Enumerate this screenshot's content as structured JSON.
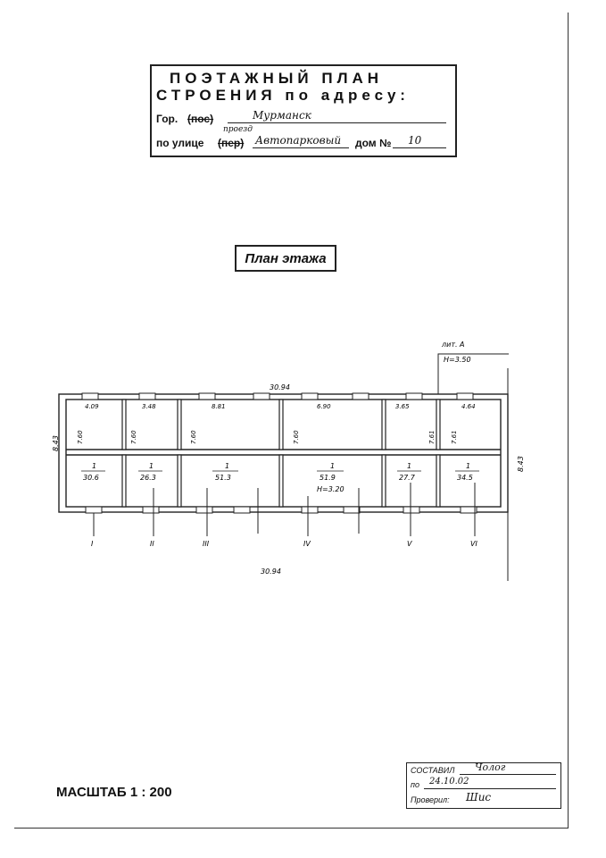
{
  "header": {
    "line1": "ПОЭТАЖНЫЙ ПЛАН",
    "line2": "СТРОЕНИЯ по адресу:",
    "city_label": "Гор.",
    "city_struck": "(пос)",
    "city_value": "Мурманск",
    "street_label": "по улице",
    "street_struck": "(пер)",
    "street_note": "проезд",
    "street_value": "Автопарковый",
    "house_label": "дом №",
    "house_value": "10"
  },
  "floor_title": "План этажа",
  "lit_label": "лит. А",
  "height_label": "Н=3.50",
  "overall_width_top": "30.94",
  "overall_width_bottom": "30.94",
  "overall_depth_left": "8.43",
  "overall_depth_right": "8.43",
  "room_widths": [
    "4.09",
    "3.48",
    "8.81",
    "6.90",
    "3.65",
    "4.64"
  ],
  "room_depths": [
    "7.60",
    "7.60",
    "7.60",
    "7.60",
    "7.61",
    "7.61"
  ],
  "room_labels": [
    {
      "num": "1",
      "area": "30.6"
    },
    {
      "num": "1",
      "area": "26.3"
    },
    {
      "num": "1",
      "area": "51.3"
    },
    {
      "num": "1",
      "area": "51.9"
    },
    {
      "num": "1",
      "area": "27.7"
    },
    {
      "num": "1",
      "area": "34.5"
    }
  ],
  "room_height": "Н=3.20",
  "roman_numerals": [
    "I",
    "II",
    "III",
    "IV",
    "V",
    "VI"
  ],
  "scale": "МАСШТАБ 1 : 200",
  "stamp": {
    "composed_label": "СОСТАВИЛ",
    "composed_value": "Чолог",
    "date_label": "по",
    "date_value": "24.10.02",
    "checked_label": "Проверил:",
    "checked_value": "Шис"
  }
}
